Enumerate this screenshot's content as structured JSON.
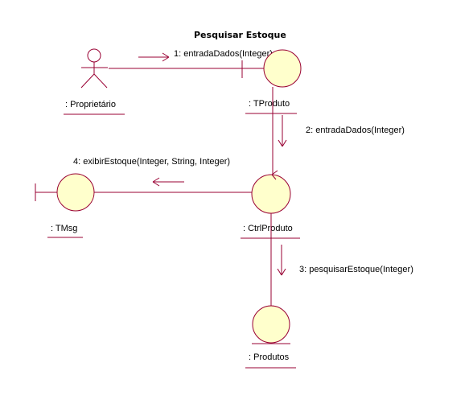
{
  "diagram": {
    "title": "Pesquisar Estoque",
    "objects": {
      "actor": ": Proprietário",
      "tproduto": ": TProduto",
      "ctrlproduto": ": CtrlProduto",
      "tmsg": ": TMsg",
      "produtos": ": Produtos"
    },
    "messages": {
      "m1": "1: entradaDados(Integer)",
      "m2": "2: entradaDados(Integer)",
      "m3": "3: pesquisarEstoque(Integer)",
      "m4": "4: exibirEstoque(Integer, String, Integer)"
    },
    "colors": {
      "line": "#990033",
      "fill": "#ffffcc",
      "text": "#000000"
    }
  }
}
